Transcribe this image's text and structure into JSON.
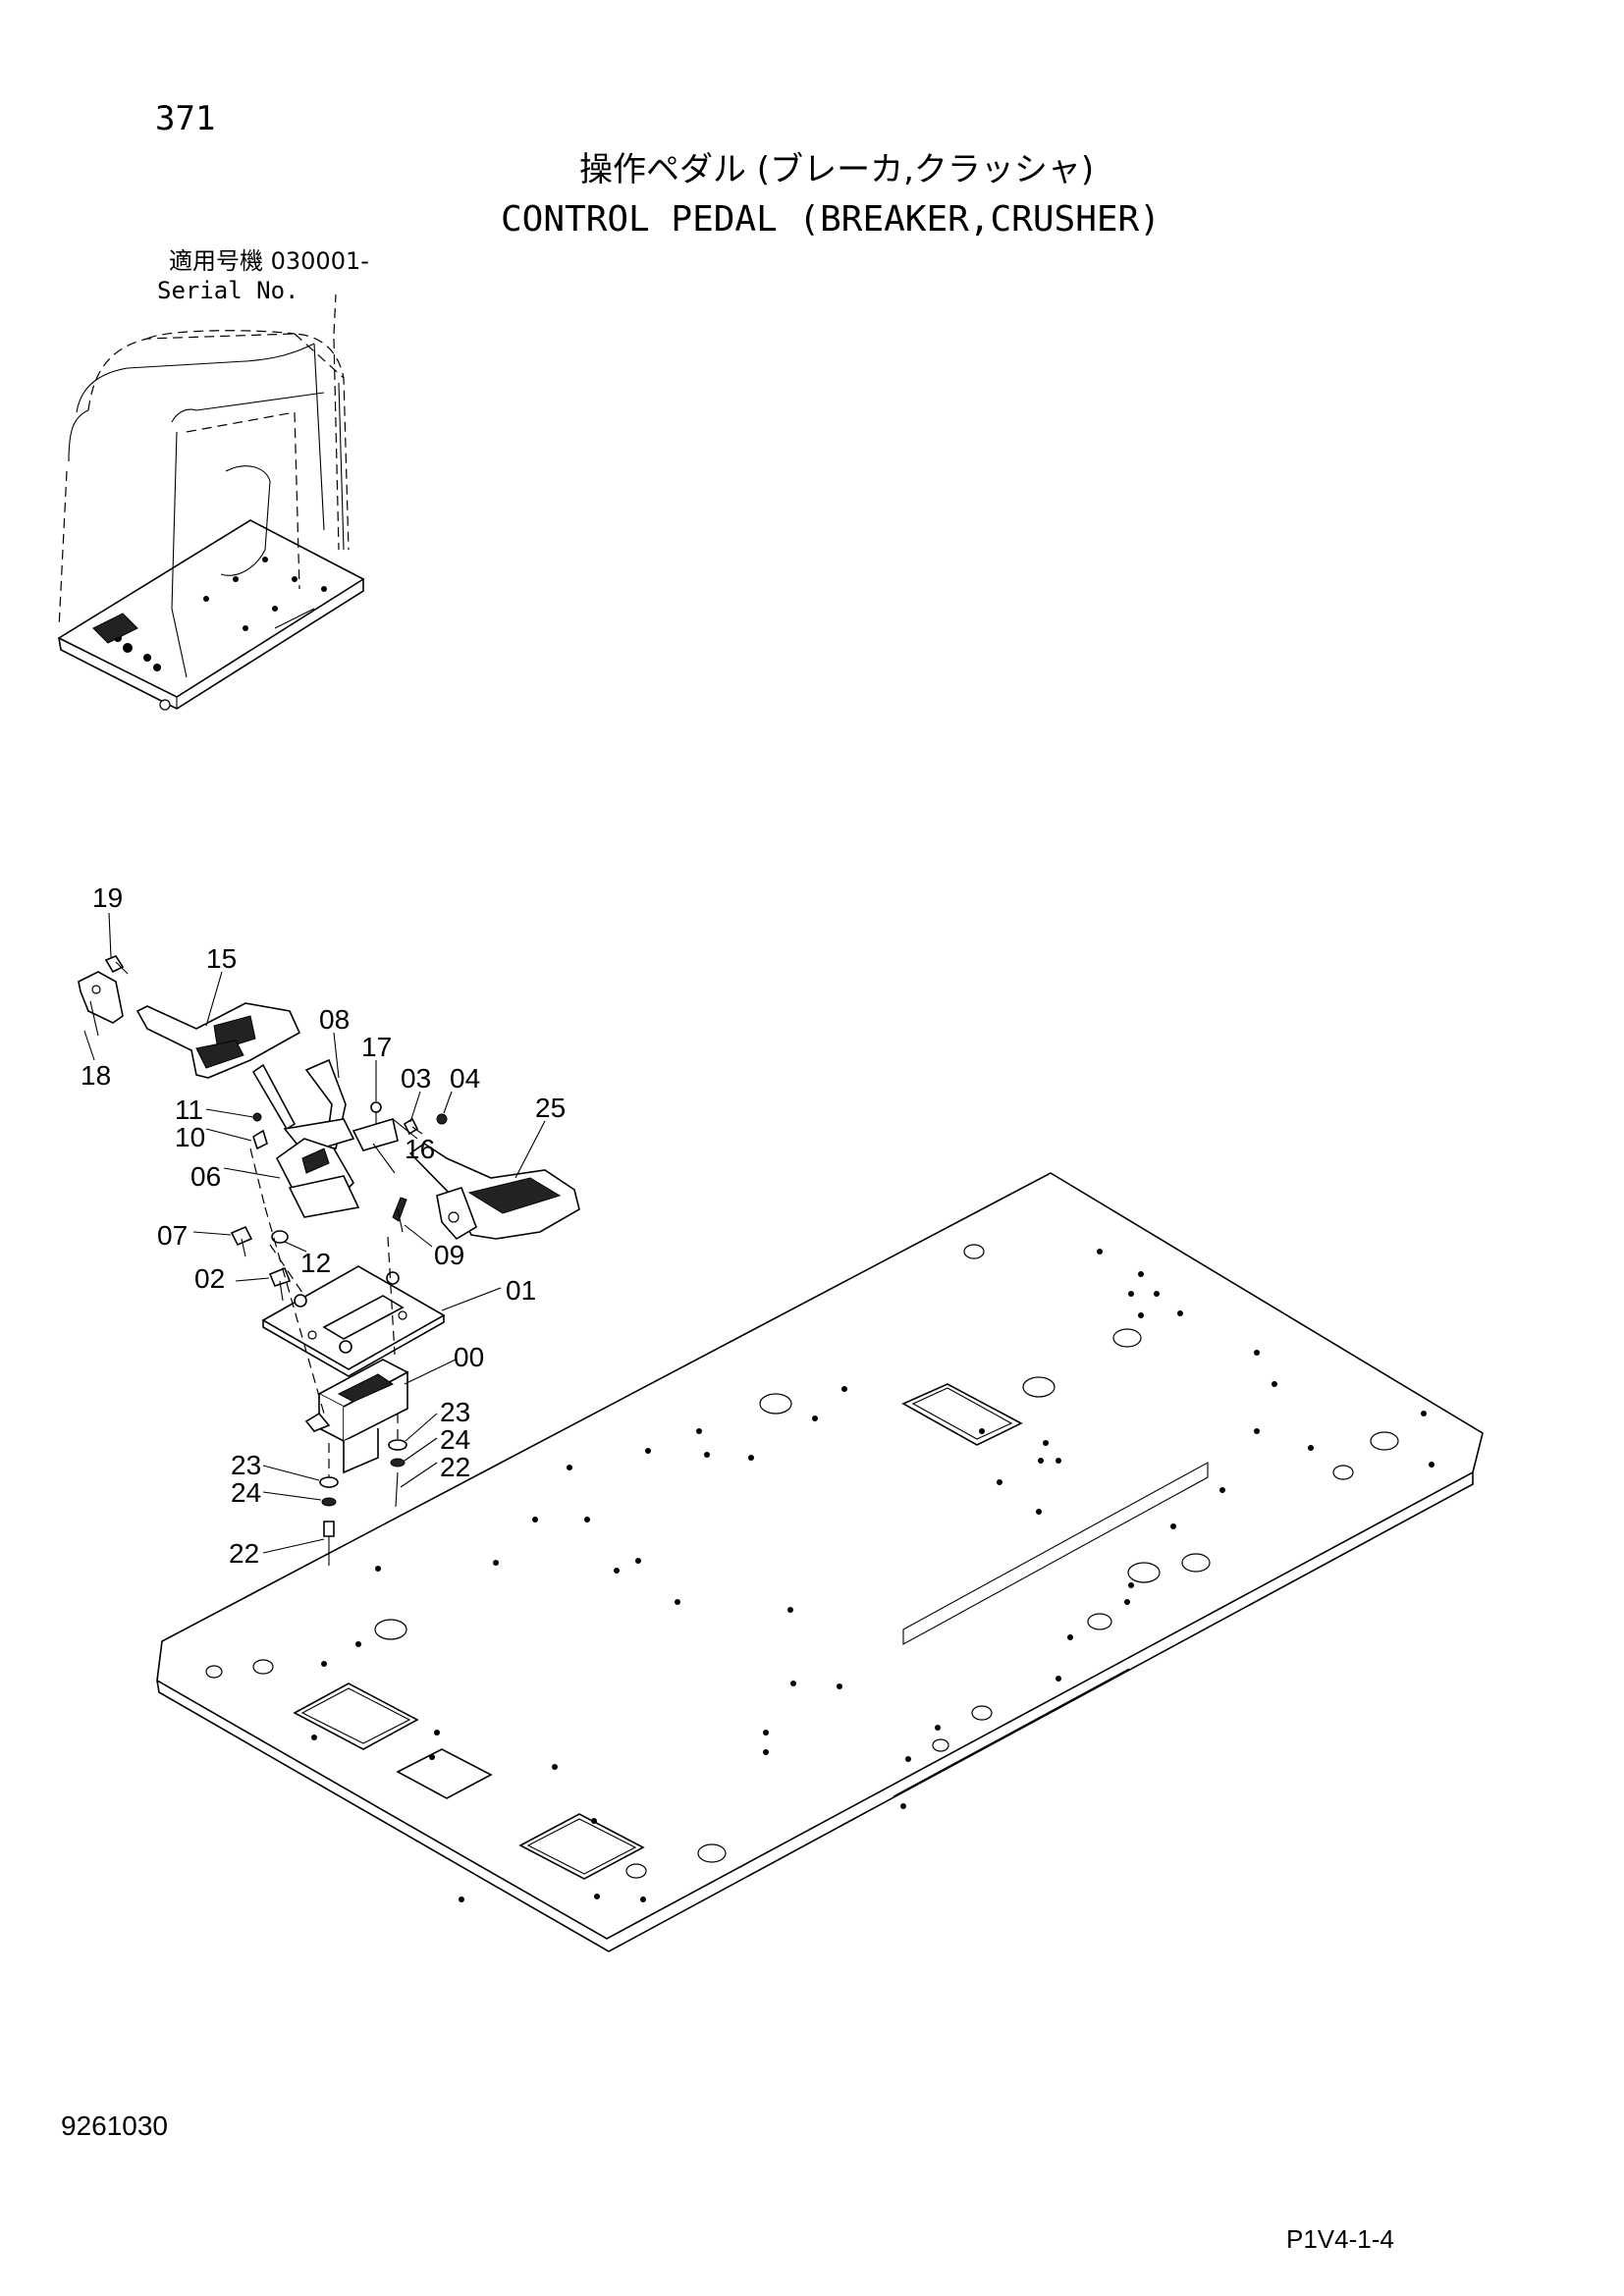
{
  "header": {
    "page_number": "371",
    "title_jp": "操作ペダル (ブレーカ,クラッシャ)",
    "title_en": "CONTROL PEDAL (BREAKER,CRUSHER)",
    "serial_label_jp": "適用号機  030001-",
    "serial_label_en": "Serial No."
  },
  "callouts": {
    "c19": "19",
    "c15": "15",
    "c18": "18",
    "c08": "08",
    "c17": "17",
    "c03": "03",
    "c04": "04",
    "c25": "25",
    "c11": "11",
    "c10": "10",
    "c06": "06",
    "c16": "16",
    "c07": "07",
    "c12": "12",
    "c09": "09",
    "c02": "02",
    "c01": "01",
    "c00": "00",
    "c23a": "23",
    "c24a": "24",
    "c22a": "22",
    "c23b": "23",
    "c24b": "24",
    "c22b": "22"
  },
  "footer": {
    "document_number": "9261030",
    "reference": "P1V4-1-4"
  }
}
